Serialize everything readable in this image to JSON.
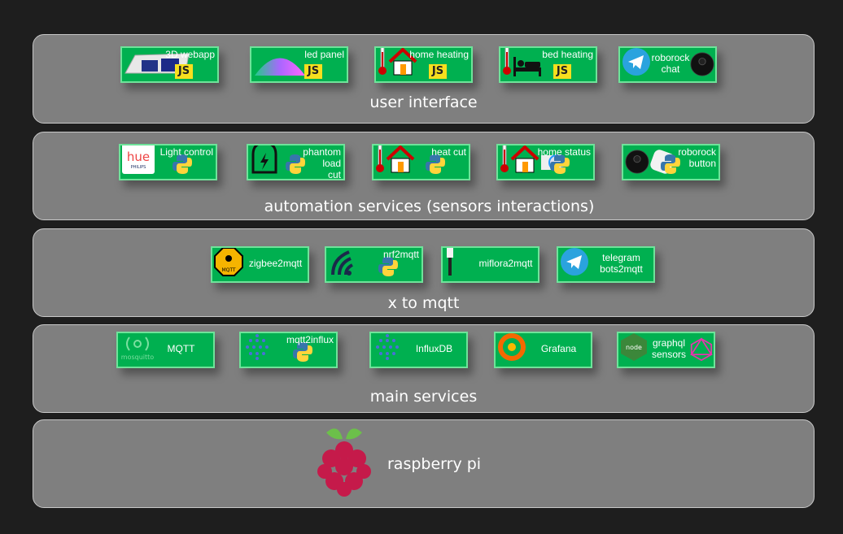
{
  "colors": {
    "background": "#1e1e1e",
    "band": "#7f7f7f",
    "box": "#00b050",
    "box_border": "#6fe39a",
    "js_badge": "#f7df1e"
  },
  "layers": [
    {
      "title": "user interface",
      "boxes": [
        {
          "label": "3D webapp",
          "icons": [
            "3d-floorplan-icon"
          ],
          "badge": "js"
        },
        {
          "label": "led panel",
          "icons": [
            "led-arch-icon"
          ],
          "badge": "js"
        },
        {
          "label": "home heating",
          "icons": [
            "thermometer-icon",
            "house-icon"
          ],
          "badge": "js"
        },
        {
          "label": "bed heating",
          "icons": [
            "thermometer-icon",
            "bed-icon"
          ],
          "badge": "js"
        },
        {
          "label": "roborock\nchat",
          "icons": [
            "telegram-icon"
          ],
          "badge": "robot-vacuum-icon",
          "center": true
        }
      ]
    },
    {
      "title": "automation services (sensors interactions)",
      "boxes": [
        {
          "label": "Light control",
          "icons": [
            "philips-hue-icon"
          ],
          "badge": "python"
        },
        {
          "label": "phantom\nload\ncut",
          "icons": [
            "ghost-lightning-icon"
          ],
          "badge": "python"
        },
        {
          "label": "heat cut",
          "icons": [
            "thermometer-icon",
            "house-icon"
          ],
          "badge": "python"
        },
        {
          "label": "home status",
          "icons": [
            "thermometer-icon",
            "house-icon",
            "smart-plug-icon"
          ],
          "badge": "python"
        },
        {
          "label": "roborock\nbutton",
          "icons": [
            "robot-vacuum-icon",
            "smart-button-icon"
          ],
          "badge": "python"
        }
      ]
    },
    {
      "title": "x to mqtt",
      "boxes": [
        {
          "label": "zigbee2mqtt",
          "icons": [
            "zigbee2mqtt-logo-icon"
          ],
          "badge": "",
          "center": true
        },
        {
          "label": "nrf2mqtt",
          "icons": [
            "wifi-signal-icon"
          ],
          "badge": "python"
        },
        {
          "label": "miflora2mqtt",
          "icons": [
            "plant-sensor-icon"
          ],
          "badge": "",
          "center": true
        },
        {
          "label": "telegram\nbots2mqtt",
          "icons": [
            "telegram-icon"
          ],
          "badge": "",
          "center": true
        }
      ]
    },
    {
      "title": "main services",
      "boxes": [
        {
          "label": "MQTT",
          "icons": [
            "mosquitto-logo-icon"
          ],
          "badge": "",
          "center": true
        },
        {
          "label": "mqtt2influx",
          "icons": [
            "influxdb-logo-icon"
          ],
          "badge": "python"
        },
        {
          "label": "InfluxDB",
          "icons": [
            "influxdb-logo-icon"
          ],
          "badge": "",
          "center": true
        },
        {
          "label": "Grafana",
          "icons": [
            "grafana-logo-icon"
          ],
          "badge": "",
          "center": true
        },
        {
          "label": "graphql\nsensors",
          "icons": [
            "nodejs-logo-icon"
          ],
          "badge": "graphql-logo-icon",
          "center": true
        }
      ]
    },
    {
      "title": "raspberry pi",
      "boxes": []
    }
  ],
  "js_label": "JS",
  "logo_texts": {
    "mosquitto": "mosquitto",
    "hue": "hue",
    "philips": "PHILIPS",
    "node": "node",
    "mqtt": "MQTT"
  }
}
